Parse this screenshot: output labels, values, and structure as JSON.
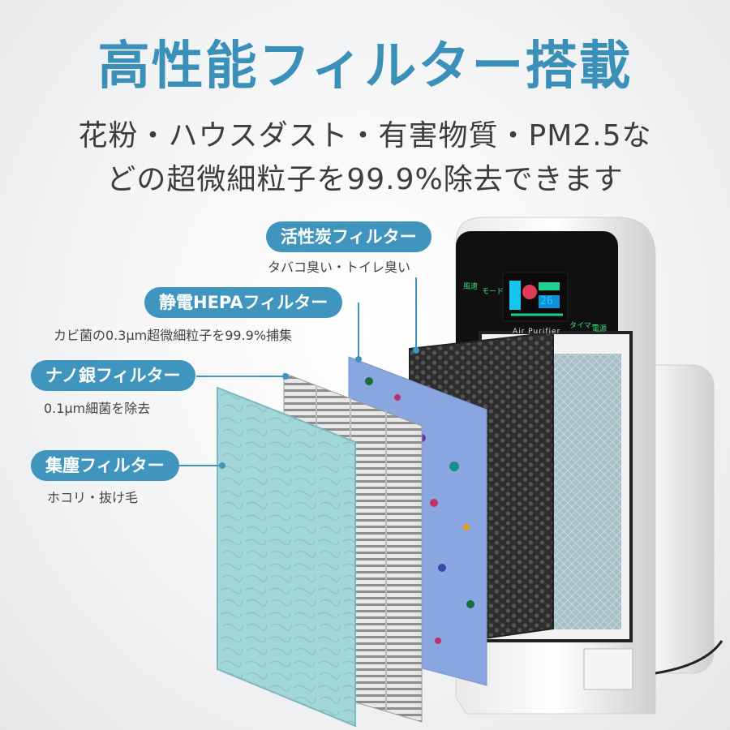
{
  "headline": "高性能フィルター搭載",
  "subheadline_line1": "花粉・ハウスダスト・有害物質・PM2.5な",
  "subheadline_line2": "どの超微細粒子を99.9%除去できます",
  "filters": [
    {
      "name": "活性炭フィルター",
      "description": "タバコ臭い・トイレ臭い"
    },
    {
      "name": "静電HEPAフィルター",
      "description": "カビ菌の0.3μm超微細粒子を99.9%捕集"
    },
    {
      "name": "ナノ銀フィルター",
      "description": "0.1μm細菌を除去"
    },
    {
      "name": "集塵フィルター",
      "description": "ホコリ・抜け毛"
    }
  ],
  "device": {
    "brand_text": "Air Purifier",
    "button_labels": [
      "風速",
      "モード",
      "タイマー",
      "電源"
    ],
    "display_readout": "26"
  },
  "colors": {
    "accent": "#3f95be",
    "headline": "#3a90b8",
    "body_text": "#3d3d3d",
    "dust_filter": "#9fd3d5",
    "hepa_filter": "#8aa6e0",
    "carbon_filter": "#3a3a3a"
  }
}
